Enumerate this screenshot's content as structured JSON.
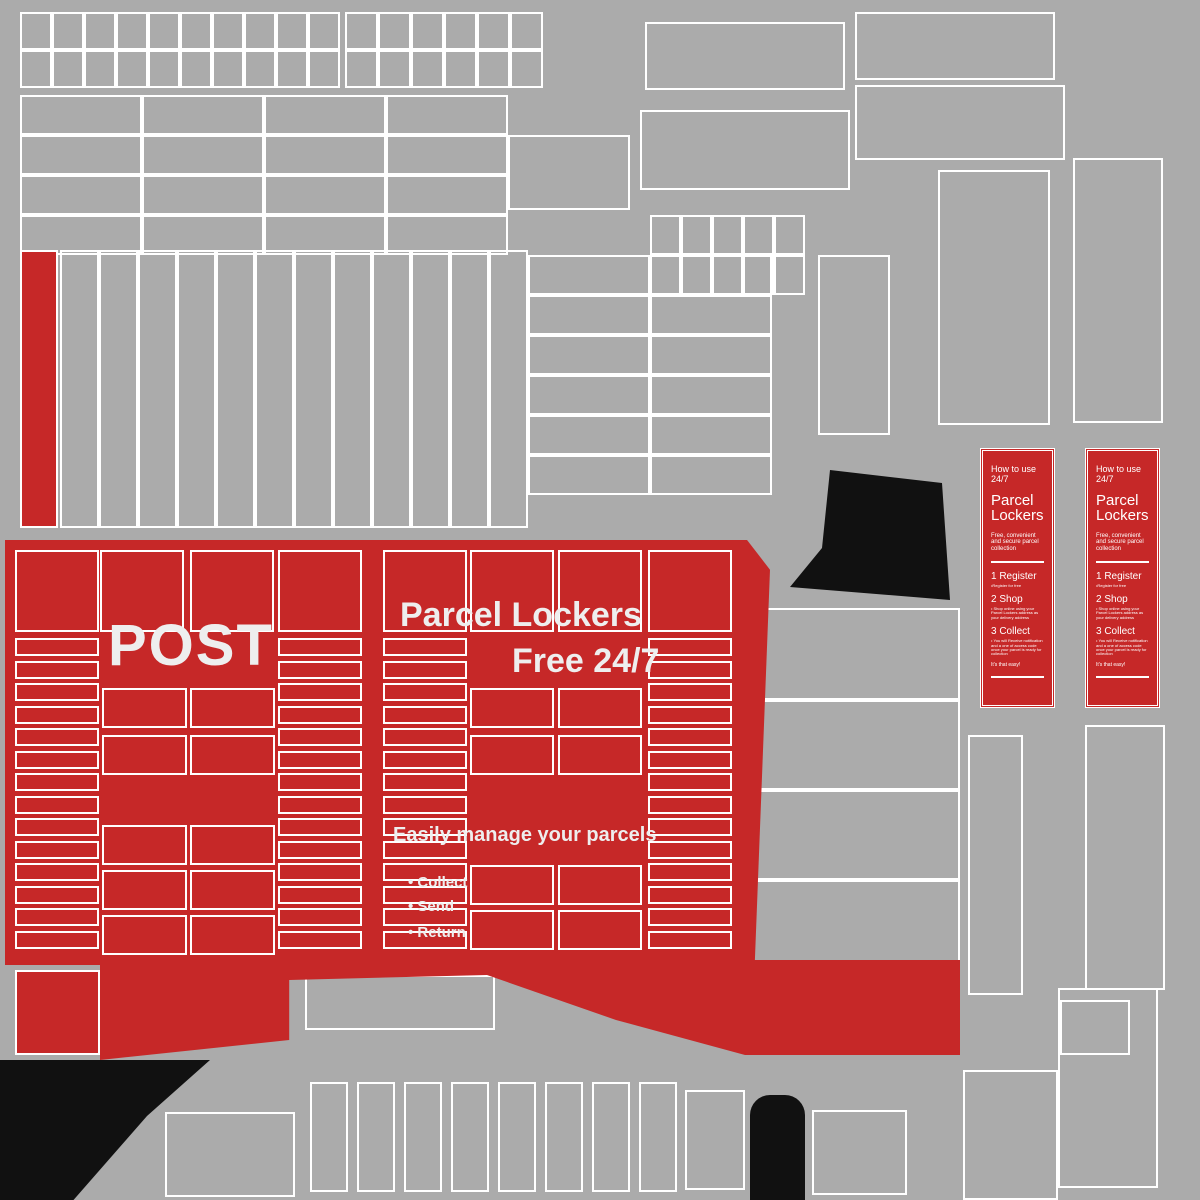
{
  "texture": {
    "post_label": "POST",
    "headline": "Parcel Lockers",
    "subheadline": "Free 24/7",
    "tagline": "Easily manage your parcels",
    "bullets": [
      "Collect",
      "Send",
      "Return"
    ]
  },
  "instruction_panels": [
    {
      "line1": "How to use",
      "line2": "24/7",
      "title": "Parcel Lockers",
      "subtitle": "Free, convenient and secure parcel collection",
      "steps": [
        {
          "title": "1 Register",
          "detail": "•Register for free"
        },
        {
          "title": "2 Shop",
          "detail": "• Shop online using your Parcel Lockers address as your delivery address"
        },
        {
          "title": "3 Collect",
          "detail": "• You will Receive notification and a one of access code once your parcel is ready for collection"
        }
      ],
      "closing": "It's that easy!"
    },
    {
      "line1": "How to use",
      "line2": "24/7",
      "title": "Parcel Lockers",
      "subtitle": "Free, convenient and secure parcel collection",
      "steps": [
        {
          "title": "1 Register",
          "detail": "•Register for free"
        },
        {
          "title": "2 Shop",
          "detail": "• Shop online using your Parcel Lockers address as your delivery address"
        },
        {
          "title": "3 Collect",
          "detail": "• You will Receive notification and a one of access code once your parcel is ready for collection"
        }
      ],
      "closing": "It's that easy!"
    }
  ],
  "colors": {
    "background": "#ababab",
    "brand_red": "#c62828",
    "wire": "#ffffff"
  }
}
